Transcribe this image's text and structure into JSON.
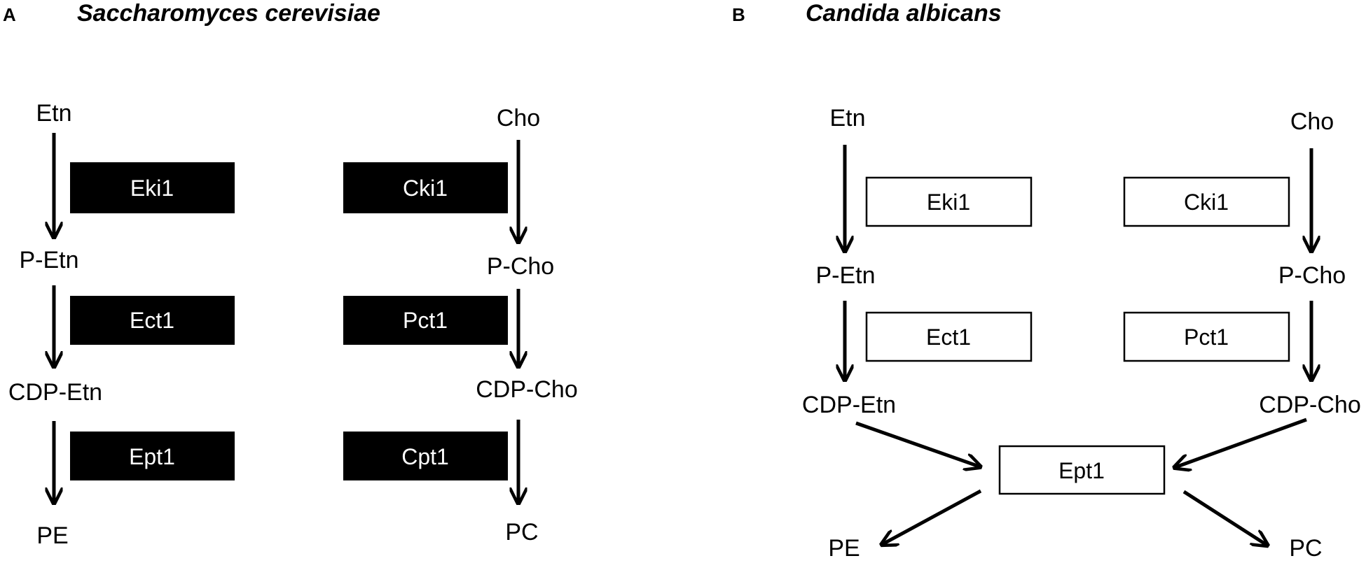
{
  "panel_a": {
    "letter": "A",
    "species": "Saccharomyces cerevisiae",
    "etn_pathway": {
      "metabolites": [
        "Etn",
        "P-Etn",
        "CDP-Etn",
        "PE"
      ],
      "enzymes": [
        "Eki1",
        "Ect1",
        "Ept1"
      ]
    },
    "cho_pathway": {
      "metabolites": [
        "Cho",
        "P-Cho",
        "CDP-Cho",
        "PC"
      ],
      "enzymes": [
        "Cki1",
        "Pct1",
        "Cpt1"
      ]
    }
  },
  "panel_b": {
    "letter": "B",
    "species": "Candida albicans",
    "etn_pathway": {
      "metabolites": [
        "Etn",
        "P-Etn",
        "CDP-Etn"
      ],
      "enzymes": [
        "Eki1",
        "Ect1"
      ]
    },
    "cho_pathway": {
      "metabolites": [
        "Cho",
        "P-Cho",
        "CDP-Cho"
      ],
      "enzymes": [
        "Cki1",
        "Pct1"
      ]
    },
    "shared_enzyme": "Ept1",
    "products": [
      "PE",
      "PC"
    ]
  }
}
